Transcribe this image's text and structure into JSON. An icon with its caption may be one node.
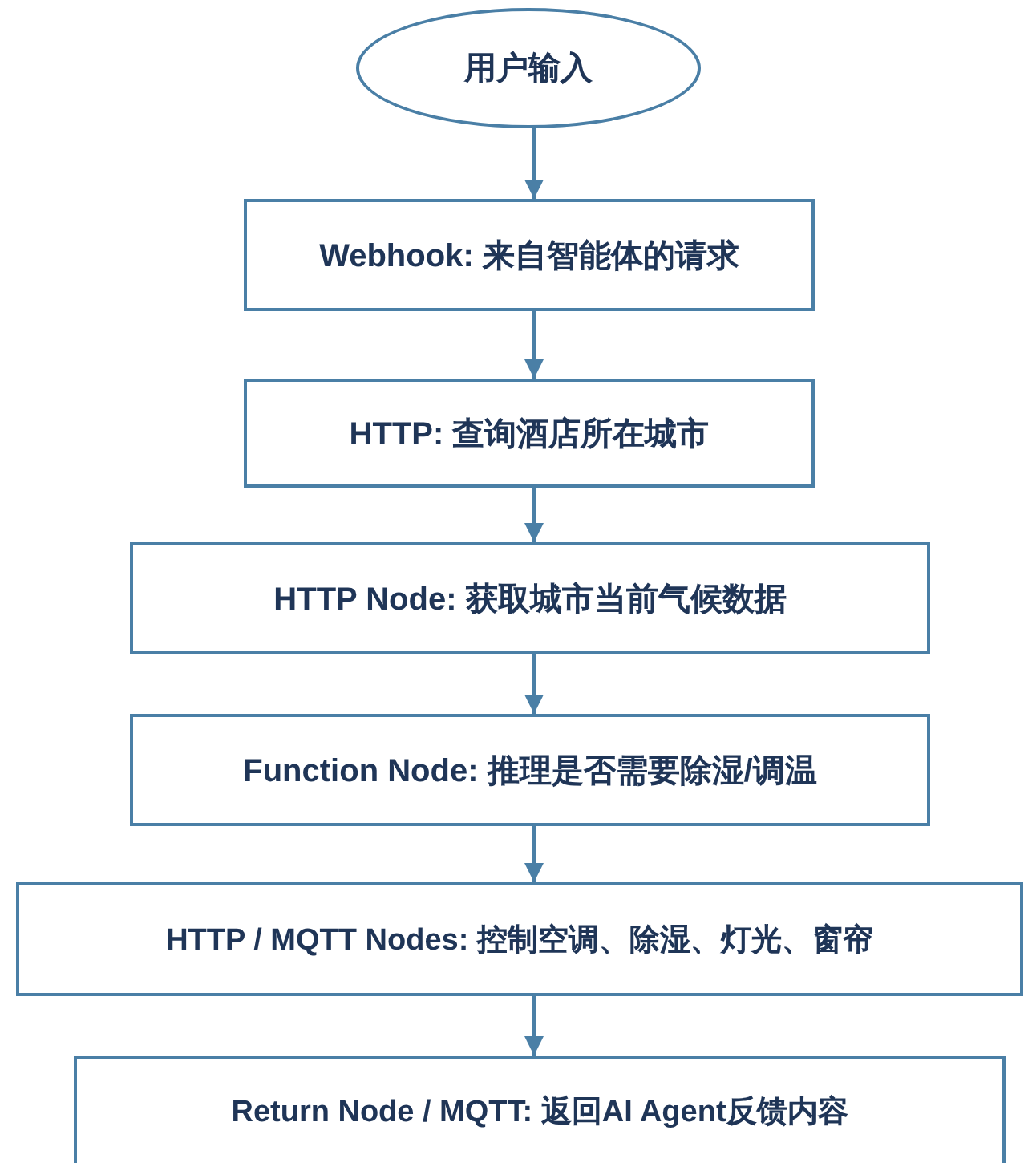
{
  "diagram": {
    "nodes": [
      {
        "text": [
          "用户输入"
        ]
      },
      {
        "text": [
          "Webhook: 来自智能体的请求"
        ]
      },
      {
        "text": [
          "HTTP: 查询酒店所在城市"
        ]
      },
      {
        "text": [
          "HTTP Node: 获取城市当前气候数据"
        ]
      },
      {
        "text": [
          "Function Node: 推理是否需要除湿/调温"
        ]
      },
      {
        "text": [
          "HTTP / MQTT Nodes: 控制空调、除湿、灯光、窗帘"
        ]
      },
      {
        "text": [
          "Return Node / MQTT: 返回AI Agent反馈内容"
        ]
      }
    ],
    "edges": [
      {
        "from": 0,
        "to": 1,
        "arrow": "to"
      },
      {
        "from": 1,
        "to": 2,
        "arrow": "to"
      },
      {
        "from": 2,
        "to": 3,
        "arrow": "to"
      },
      {
        "from": 3,
        "to": 4,
        "arrow": "to"
      },
      {
        "from": 4,
        "to": 5,
        "arrow": "to"
      },
      {
        "from": 5,
        "to": 6,
        "arrow": "to"
      }
    ]
  }
}
